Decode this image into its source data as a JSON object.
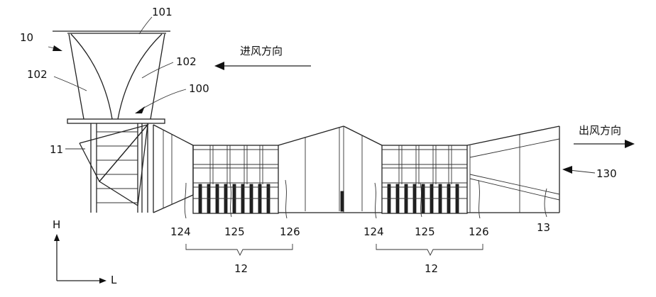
{
  "figure": {
    "labels": {
      "l10": "10",
      "l101": "101",
      "l102_left": "102",
      "l102_right": "102",
      "l100": "100",
      "l11": "11",
      "l130": "130",
      "l13": "13",
      "l124_a": "124",
      "l125_a": "125",
      "l126_a": "126",
      "l12_a": "12",
      "l124_b": "124",
      "l125_b": "125",
      "l126_b": "126",
      "l12_b": "12"
    },
    "inlet_direction": "进风方向",
    "outlet_direction": "出风方向",
    "axis_h": "H",
    "axis_l": "L"
  }
}
